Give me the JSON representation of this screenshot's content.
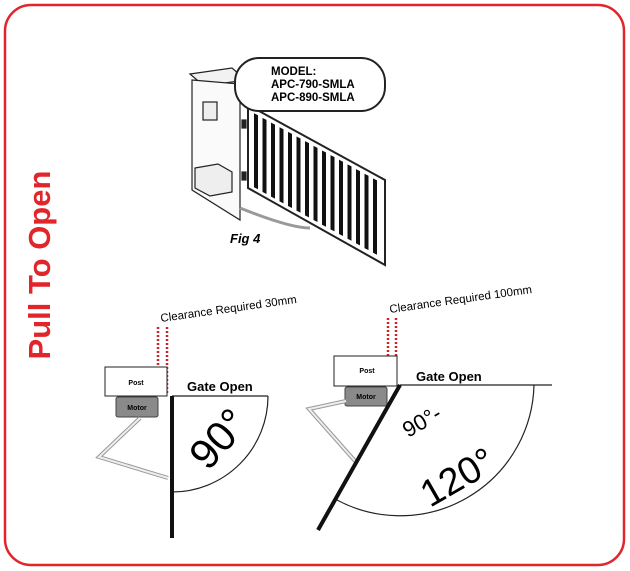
{
  "side_title": "Pull To Open",
  "figure": {
    "model_heading": "MODEL:",
    "models": [
      "APC-790-SMLA",
      "APC-890-SMLA"
    ],
    "caption": "Fig 4"
  },
  "diagrams": [
    {
      "clearance": "Clearance Required 30mm",
      "post": "Post",
      "motor": "Motor",
      "gate_label": "Gate Open",
      "angle_label": "90°"
    },
    {
      "clearance": "Clearance Required 100mm",
      "post": "Post",
      "motor": "Motor",
      "gate_label": "Gate Open",
      "angle_label_top": "90°-",
      "angle_label_bottom": "120°"
    }
  ],
  "colors": {
    "accent": "#e0252b",
    "dotted": "#d0242a",
    "motor": "#8a8a8a"
  }
}
